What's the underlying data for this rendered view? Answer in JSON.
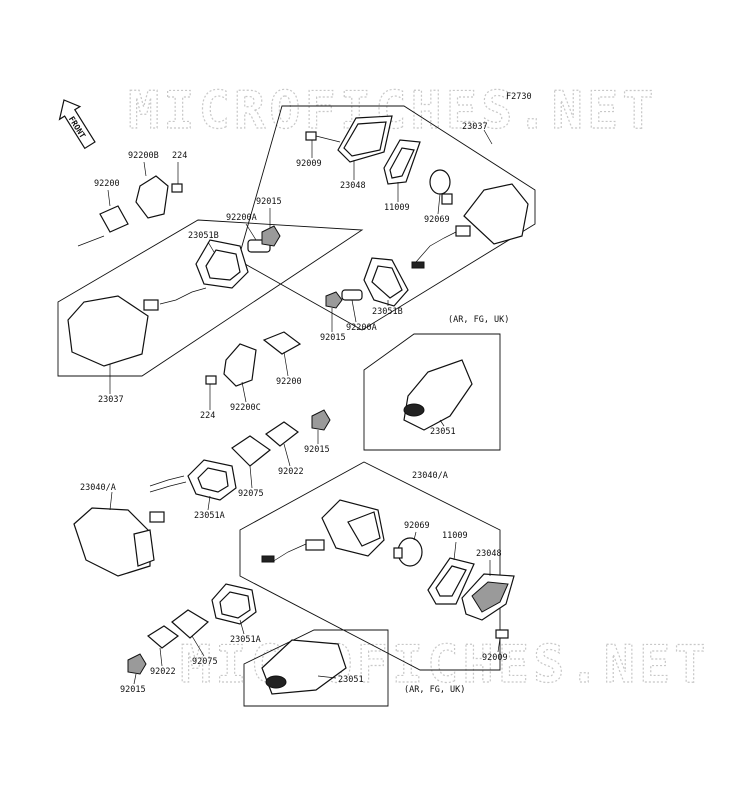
{
  "watermark": "MICROFICHES.NET",
  "figure_code": "F2730",
  "front_label": "FRONT",
  "labels": {
    "l23037_top": "23037",
    "l92009_top": "92009",
    "l23048_top": "23048",
    "l11009_top": "11009",
    "l92069_top": "92069",
    "l92200B": "92200B",
    "l224_top": "224",
    "l92200_left": "92200",
    "l92015_a": "92015",
    "l92200A_left": "92200A",
    "l23051B_left": "23051B",
    "l23037_left": "23037",
    "l23051B_right": "23051B",
    "l92200A_right": "92200A",
    "l92015_b": "92015",
    "l_ar_fg_uk_top": "(AR, FG, UK)",
    "l92200_mid": "92200",
    "l224_mid": "224",
    "l92200C": "92200C",
    "l23051_top": "23051",
    "l92015_c": "92015",
    "l92022_mid": "92022",
    "l92075_mid": "92075",
    "l23051A_mid": "23051A",
    "l23040A_left": "23040/A",
    "l23040A_right": "23040/A",
    "l92069_bot": "92069",
    "l11009_bot": "11009",
    "l23048_bot": "23048",
    "l92009_bot": "92009",
    "l23051A_bot": "23051A",
    "l92075_bot": "92075",
    "l92022_bot": "92022",
    "l92015_d": "92015",
    "l23051_bot": "23051",
    "l_ar_fg_uk_bot": "(AR, FG, UK)"
  }
}
